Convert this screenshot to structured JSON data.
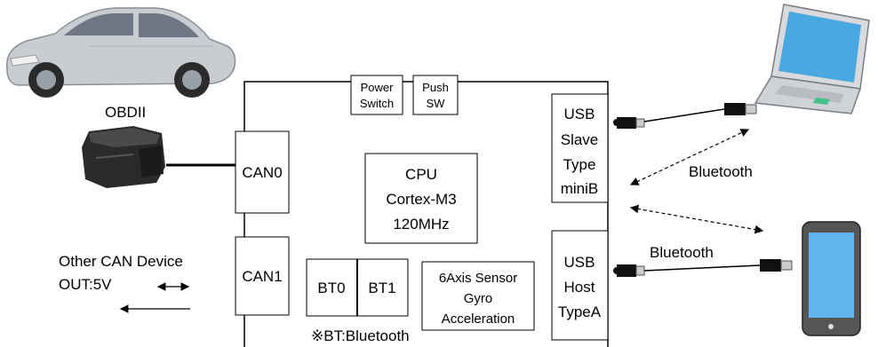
{
  "labels": {
    "obd": "OBDII",
    "can0": "CAN0",
    "can1": "CAN1",
    "power_switch": [
      "Power",
      "Switch"
    ],
    "push_sw": [
      "Push",
      "SW"
    ],
    "cpu": [
      "CPU",
      "Cortex-M3",
      "120MHz"
    ],
    "bt0": "BT0",
    "bt1": "BT1",
    "sensor": [
      "6Axis Sensor",
      "Gyro",
      "Acceleration"
    ],
    "usb_slave": [
      "USB",
      "Slave",
      "Type",
      "miniB"
    ],
    "usb_host": [
      "USB",
      "Host",
      "TypeA"
    ],
    "bluetooth_laptop": "Bluetooth",
    "bluetooth_tablet": "Bluetooth",
    "other_can": [
      "Other CAN Device",
      "OUT:5V"
    ],
    "bt_note": "※BT:Bluetooth"
  },
  "icons": {
    "car": "car-icon",
    "obd_connector": "obd-connector-icon",
    "laptop": "laptop-icon",
    "tablet": "tablet-icon"
  },
  "colors": {
    "car_body": "#c9ccd1",
    "connector": "#2a2a2a",
    "laptop_screen": "#4aa8e0",
    "tablet_screen": "#62b4ee",
    "line": "#000000"
  }
}
